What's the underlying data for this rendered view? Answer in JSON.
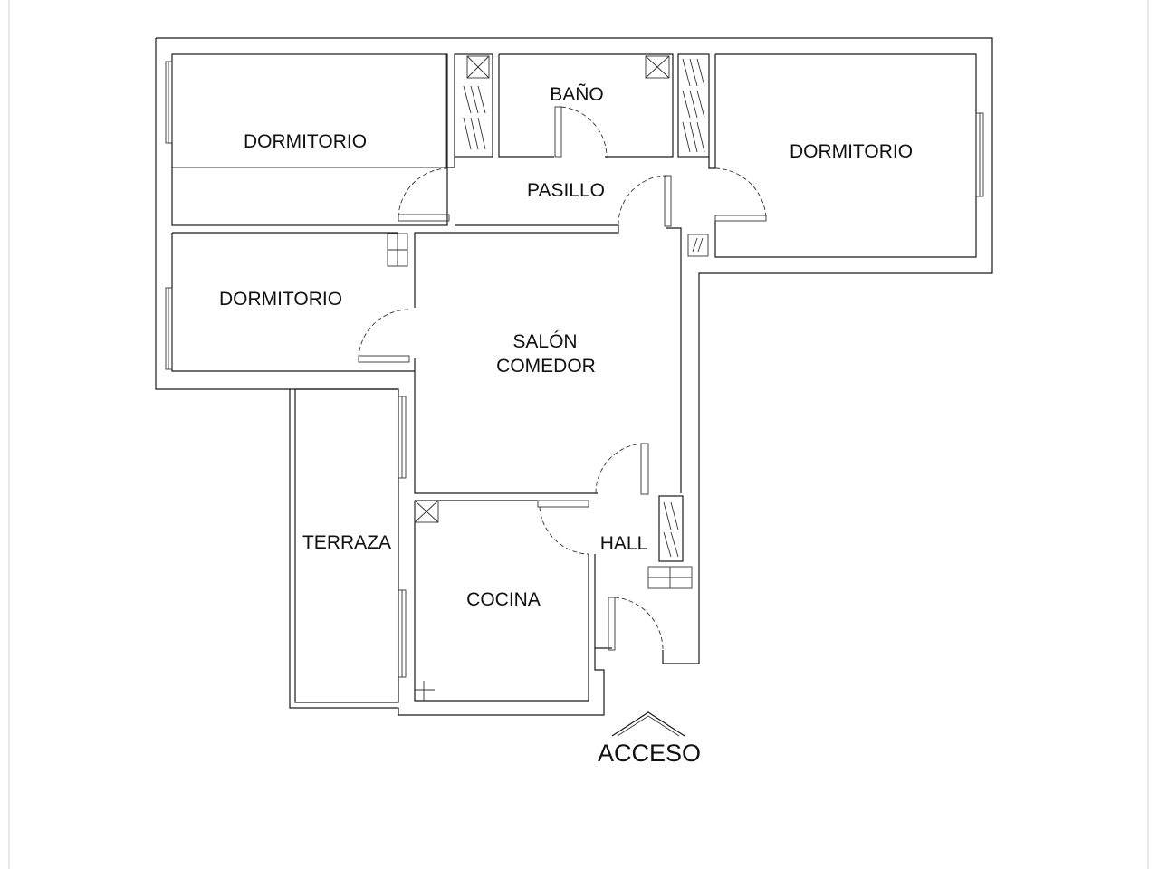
{
  "rooms": {
    "dormitorio_nw": "DORMITORIO",
    "bano": "BAÑO",
    "dormitorio_ne": "DORMITORIO",
    "pasillo": "PASILLO",
    "dormitorio_w": "DORMITORIO",
    "salon_line1": "SALÓN",
    "salon_line2": "COMEDOR",
    "terraza": "TERRAZA",
    "hall": "HALL",
    "cocina": "COCINA"
  },
  "access_label": "ACCESO"
}
